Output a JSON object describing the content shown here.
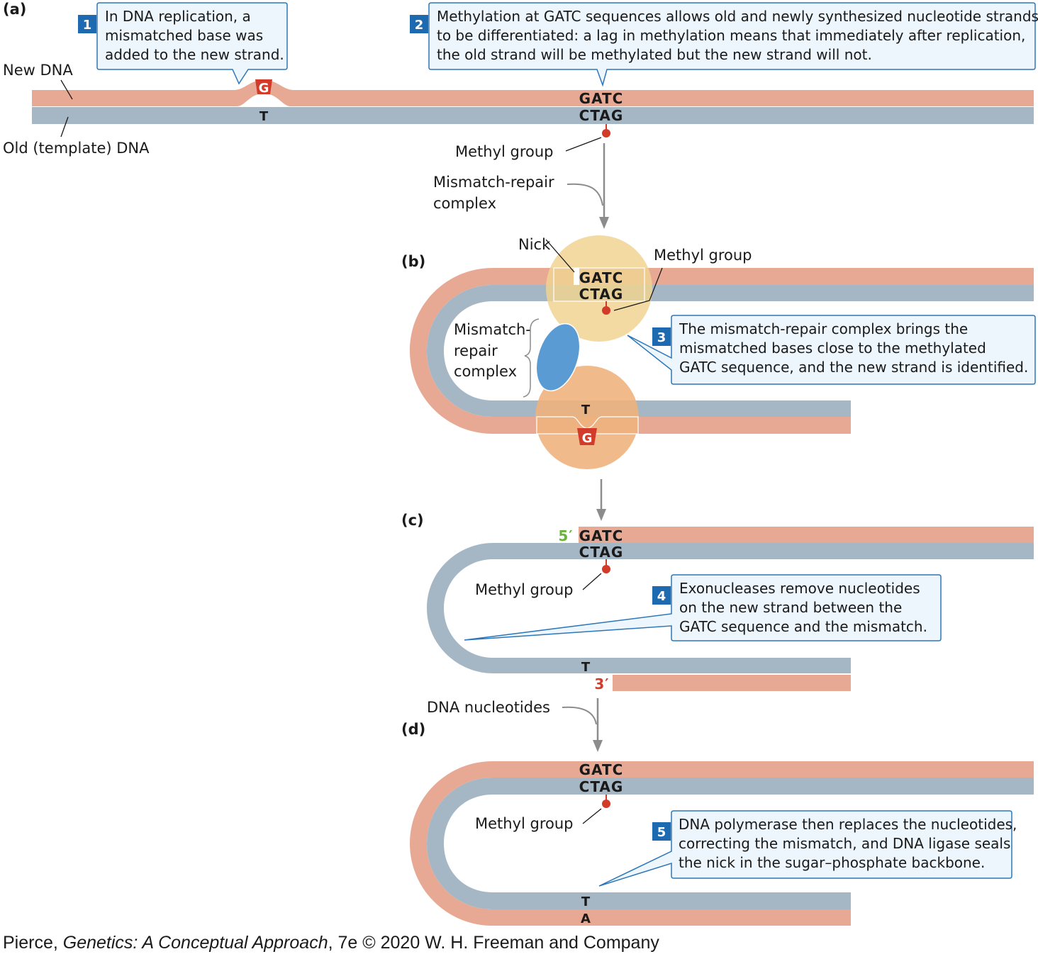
{
  "panels": {
    "a": "(a)",
    "b": "(b)",
    "c": "(c)",
    "d": "(d)"
  },
  "labels": {
    "new_dna": "New DNA",
    "old_dna": "Old (template) DNA",
    "methyl_group": "Methyl group",
    "mmr_complex_line1": "Mismatch-repair",
    "mmr_complex_line2": "complex",
    "nick": "Nick",
    "mmr_split_line1": "Mismatch-",
    "mmr_split_line2": "repair",
    "mmr_split_line3": "complex",
    "dna_nucleotides": "DNA nucleotides",
    "five_prime": "5′",
    "three_prime": "3′"
  },
  "sequences": {
    "top": "GATC",
    "bottom": "CTAG"
  },
  "bases": {
    "mismatch_new": "G",
    "template": "T",
    "corrected": "A"
  },
  "callouts": [
    {
      "num": "1",
      "lines": [
        "In DNA replication, a",
        "mismatched base was",
        "added to the new strand."
      ]
    },
    {
      "num": "2",
      "lines": [
        "Methylation at GATC sequences allows old and newly synthesized nucleotide strands",
        "to be differentiated: a lag in methylation means that immediately after replication,",
        "the old strand will be methylated but the new strand will not."
      ]
    },
    {
      "num": "3",
      "lines": [
        "The mismatch-repair complex brings the",
        "mismatched bases close to the methylated",
        "GATC sequence, and the new strand is identified."
      ]
    },
    {
      "num": "4",
      "lines": [
        "Exonucleases remove nucleotides",
        "on the new strand between the",
        "GATC sequence and the mismatch."
      ]
    },
    {
      "num": "5",
      "lines": [
        "DNA polymerase then replaces the nucleotides,",
        "correcting the mismatch, and DNA ligase seals",
        "the nick in the sugar–phosphate backbone."
      ]
    }
  ],
  "footer": {
    "author": "Pierce, ",
    "title": "Genetics: A Conceptual Approach",
    "rest": ", 7e © 2020 W. H. Freeman and Company"
  },
  "colors": {
    "new_strand": "#e8a994",
    "old_strand": "#a5b7c4",
    "methyl": "#d23b2a",
    "step_box": "#1e6ab0",
    "complex_top": "#f0d492",
    "complex_bottom": "#eeb27e",
    "complex_middle": "#5a9bd4",
    "five_prime": "#6bb33a",
    "three_prime": "#d23b2a"
  }
}
